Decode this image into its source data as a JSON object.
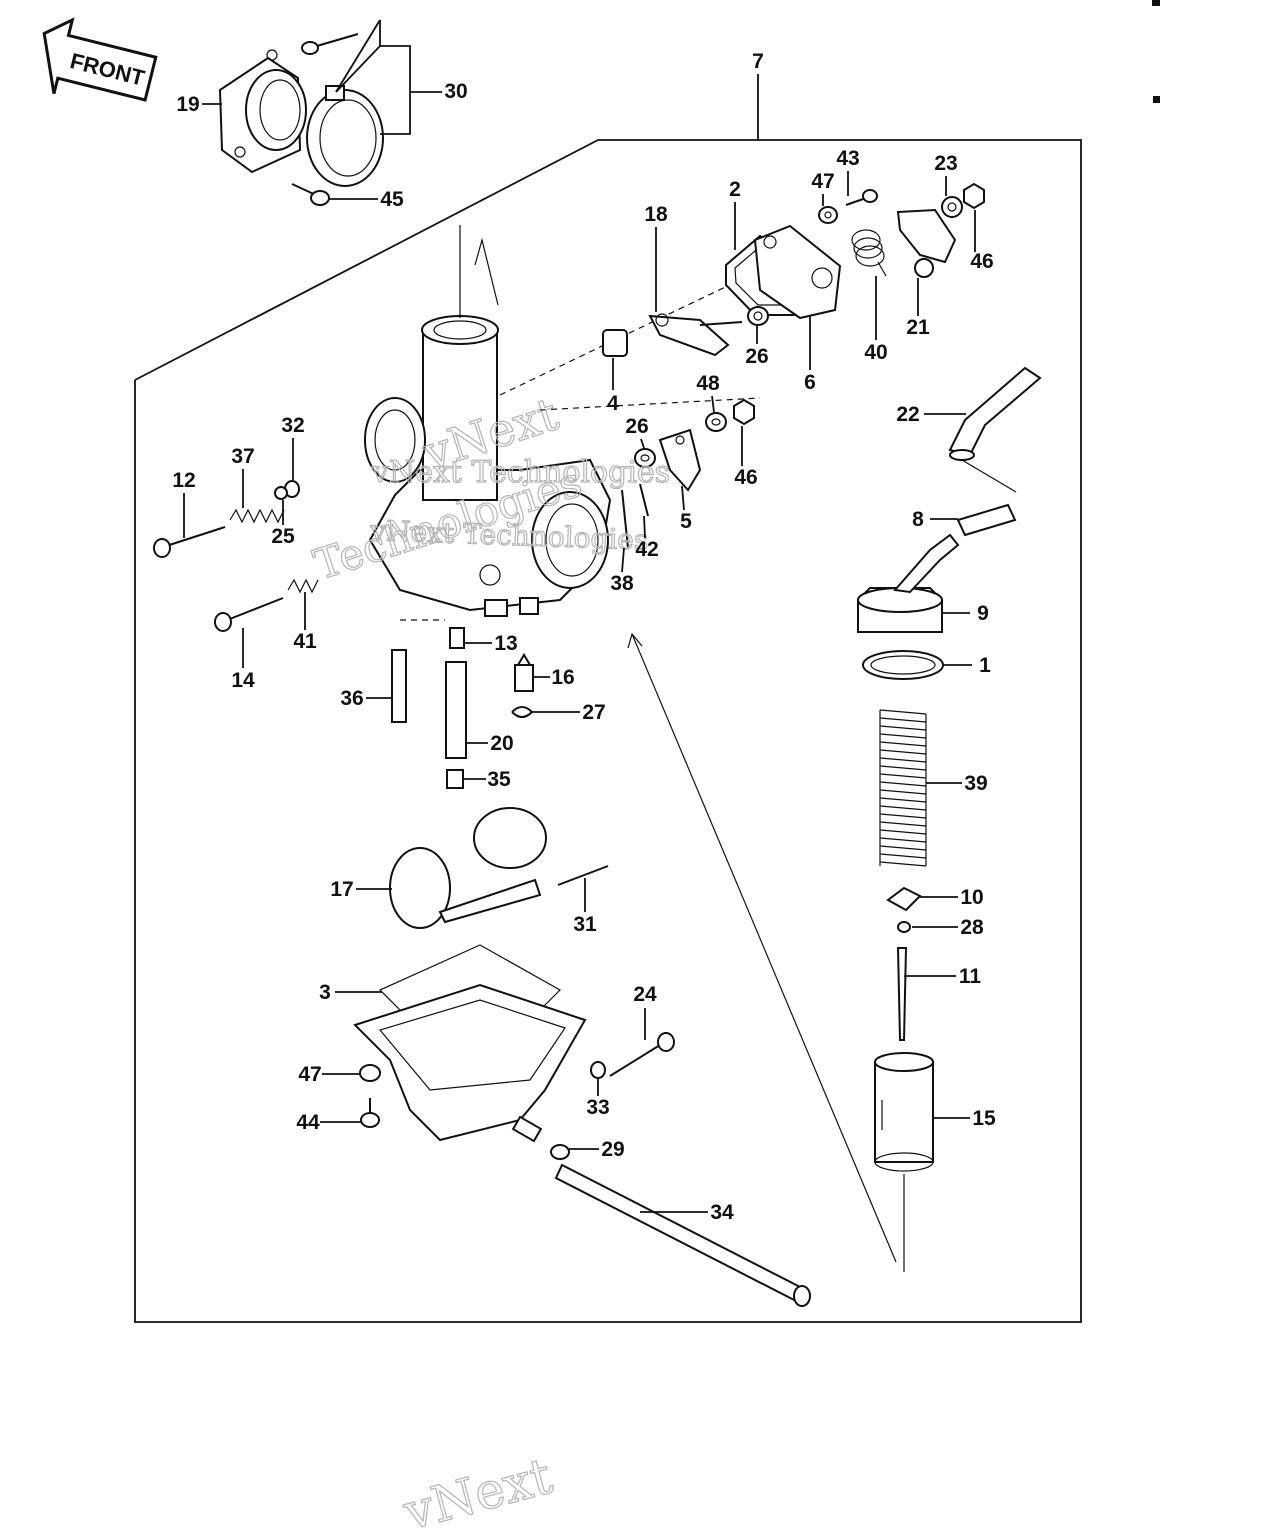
{
  "front_arrow": {
    "label": "FRONT"
  },
  "watermark": {
    "lines": [
      "vNext",
      "vNext Technologies",
      "Technologies",
      "vNext Technologies"
    ]
  },
  "callouts": [
    {
      "id": "c7",
      "text": "7"
    },
    {
      "id": "c19",
      "text": "19"
    },
    {
      "id": "c30",
      "text": "30"
    },
    {
      "id": "c45",
      "text": "45"
    },
    {
      "id": "c2",
      "text": "2"
    },
    {
      "id": "c18",
      "text": "18"
    },
    {
      "id": "c43",
      "text": "43"
    },
    {
      "id": "c47a",
      "text": "47"
    },
    {
      "id": "c23",
      "text": "23"
    },
    {
      "id": "c46a",
      "text": "46"
    },
    {
      "id": "c21",
      "text": "21"
    },
    {
      "id": "c40",
      "text": "40"
    },
    {
      "id": "c26a",
      "text": "26"
    },
    {
      "id": "c6",
      "text": "6"
    },
    {
      "id": "c4",
      "text": "4"
    },
    {
      "id": "c48",
      "text": "48"
    },
    {
      "id": "c46b",
      "text": "46"
    },
    {
      "id": "c26b",
      "text": "26"
    },
    {
      "id": "c5",
      "text": "5"
    },
    {
      "id": "c42",
      "text": "42"
    },
    {
      "id": "c38",
      "text": "38"
    },
    {
      "id": "c22",
      "text": "22"
    },
    {
      "id": "c8",
      "text": "8"
    },
    {
      "id": "c9",
      "text": "9"
    },
    {
      "id": "c1",
      "text": "1"
    },
    {
      "id": "c39",
      "text": "39"
    },
    {
      "id": "c10",
      "text": "10"
    },
    {
      "id": "c28",
      "text": "28"
    },
    {
      "id": "c11",
      "text": "11"
    },
    {
      "id": "c15",
      "text": "15"
    },
    {
      "id": "c32",
      "text": "32"
    },
    {
      "id": "c37",
      "text": "37"
    },
    {
      "id": "c12",
      "text": "12"
    },
    {
      "id": "c25",
      "text": "25"
    },
    {
      "id": "c41",
      "text": "41"
    },
    {
      "id": "c14",
      "text": "14"
    },
    {
      "id": "c13",
      "text": "13"
    },
    {
      "id": "c16",
      "text": "16"
    },
    {
      "id": "c27",
      "text": "27"
    },
    {
      "id": "c36",
      "text": "36"
    },
    {
      "id": "c20",
      "text": "20"
    },
    {
      "id": "c35",
      "text": "35"
    },
    {
      "id": "c17",
      "text": "17"
    },
    {
      "id": "c31",
      "text": "31"
    },
    {
      "id": "c3",
      "text": "3"
    },
    {
      "id": "c24",
      "text": "24"
    },
    {
      "id": "c47b",
      "text": "47"
    },
    {
      "id": "c44",
      "text": "44"
    },
    {
      "id": "c33",
      "text": "33"
    },
    {
      "id": "c29",
      "text": "29"
    },
    {
      "id": "c34",
      "text": "34"
    }
  ]
}
